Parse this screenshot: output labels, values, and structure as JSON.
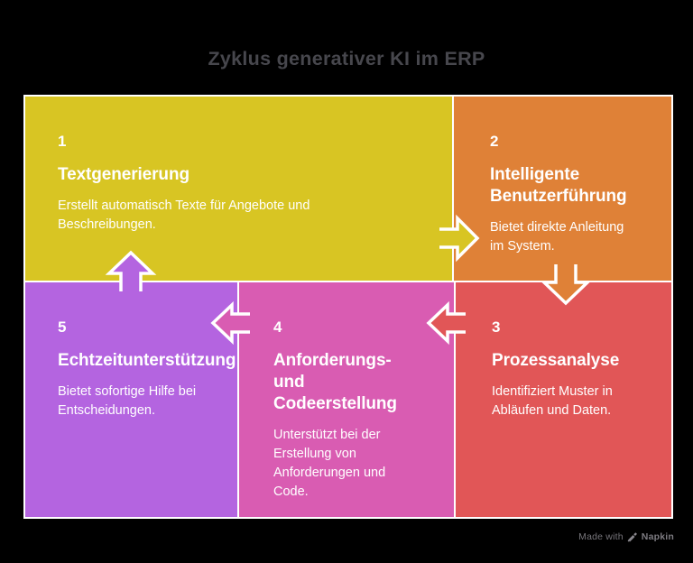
{
  "title": "Zyklus generativer KI im ERP",
  "palette": {
    "background": "#000000",
    "title_text": "#47474d",
    "cell_border": "#ffffff",
    "step_text": "#ffffff",
    "footer_text": "#77757b"
  },
  "diagram": {
    "steps": [
      {
        "number": "1",
        "title": "Textgenerierung",
        "description": "Erstellt automatisch Texte für Angebote und\nBeschreibungen.",
        "color": "#d8c523"
      },
      {
        "number": "2",
        "title": "Intelligente\nBenutzerführung",
        "description": "Bietet direkte Anleitung\nim System.",
        "color": "#df8137"
      },
      {
        "number": "3",
        "title": "Prozessanalyse",
        "description": "Identifiziert Muster in\nAbläufen und Daten.",
        "color": "#e15657"
      },
      {
        "number": "4",
        "title": "Anforderungs-\nund\nCodeerstellung",
        "description": "Unterstützt bei der\nErstellung von\nAnforderungen und\nCode.",
        "color": "#d95cb2"
      },
      {
        "number": "5",
        "title": "Echtzeitunterstützung",
        "description": "Bietet sofortige Hilfe bei\nEntscheidungen.",
        "color": "#b464e0"
      }
    ],
    "arrows": [
      {
        "name": "arrow-1-to-2",
        "direction": "right",
        "color": "#d8c523"
      },
      {
        "name": "arrow-2-to-3",
        "direction": "down",
        "color": "#df8137"
      },
      {
        "name": "arrow-3-to-4",
        "direction": "left",
        "color": "#e15657"
      },
      {
        "name": "arrow-4-to-5",
        "direction": "left",
        "color": "#d95cb2"
      },
      {
        "name": "arrow-5-to-1",
        "direction": "up",
        "color": "#b464e0"
      }
    ]
  },
  "footer": {
    "made_with": "Made with",
    "brand": "Napkin"
  }
}
